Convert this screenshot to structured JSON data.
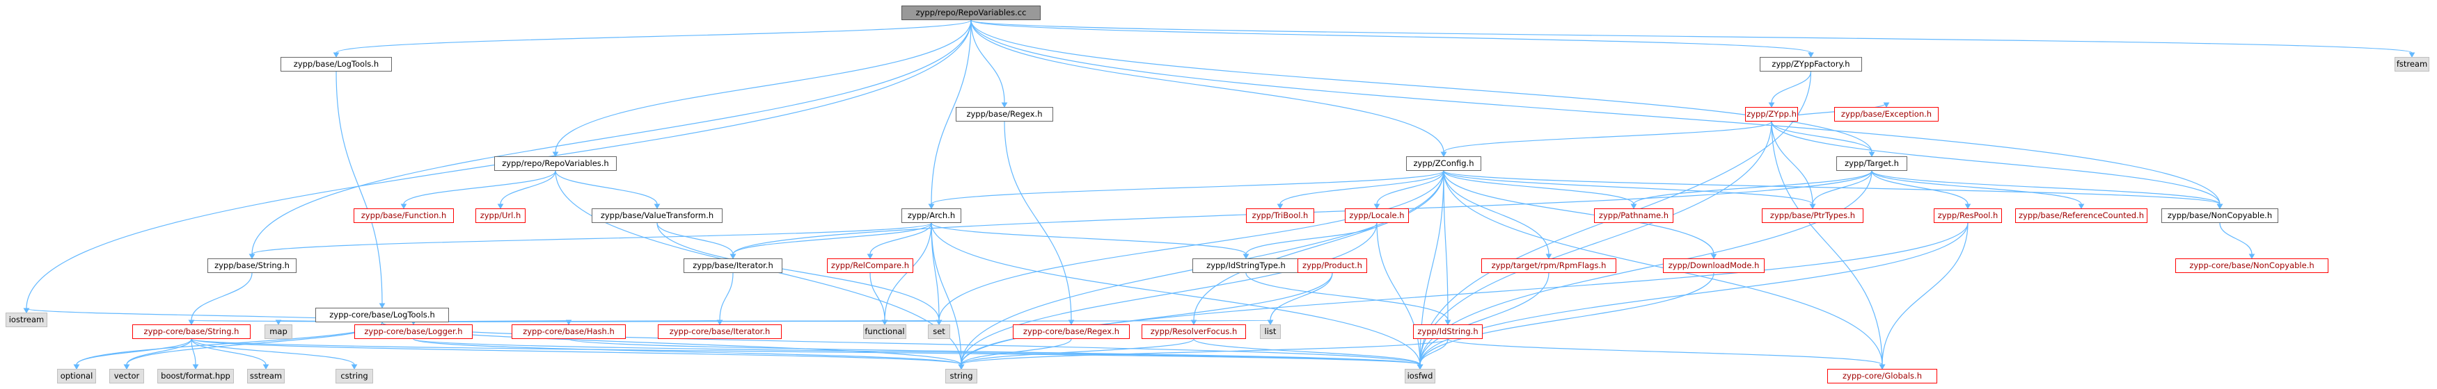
{
  "colors": {
    "edge": "#63b8ff",
    "root_fill": "#999999",
    "missing_border": "#ff0000",
    "system_fill": "#e0e0e0"
  },
  "nodes": {
    "root": "zypp/repo/RepoVariables.cc",
    "logtools": "zypp/base/LogTools.h",
    "repovariables_h": "zypp/repo/RepoVariables.h",
    "base_function": "zypp/base/Function.h",
    "url": "zypp/Url.h",
    "valuetransform": "zypp/base/ValueTransform.h",
    "base_string": "zypp/base/String.h",
    "core_logtools": "zypp-core/base/LogTools.h",
    "arch": "zypp/Arch.h",
    "base_regex": "zypp/base/Regex.h",
    "zconfig": "zypp/ZConfig.h",
    "zyppfactory": "zypp/ZYppFactory.h",
    "zypp_h": "zypp/ZYpp.h",
    "base_exception": "zypp/base/Exception.h",
    "target": "zypp/Target.h",
    "fstream": "fstream",
    "iostream": "iostream",
    "core_string": "zypp-core/base/String.h",
    "map": "map",
    "core_logger": "zypp-core/base/Logger.h",
    "core_hash": "zypp-core/base/Hash.h",
    "core_iterator": "zypp-core/base/Iterator.h",
    "base_iterator": "zypp/base/Iterator.h",
    "relcompare": "zypp/RelCompare.h",
    "functional": "functional",
    "set": "set",
    "idstringtype": "zypp/IdStringType.h",
    "tribool": "zypp/TriBool.h",
    "locale": "zypp/Locale.h",
    "product": "zypp/Product.h",
    "pathname": "zypp/Pathname.h",
    "ptrtypes": "zypp/base/PtrTypes.h",
    "rpmflags": "zypp/target/rpm/RpmFlags.h",
    "downloadmode": "zypp/DownloadMode.h",
    "idstring": "zypp/IdString.h",
    "respool": "zypp/ResPool.h",
    "refcounted": "zypp/base/ReferenceCounted.h",
    "noncopyable": "zypp/base/NonCopyable.h",
    "core_noncopyable": "zypp-core/base/NonCopyable.h",
    "core_regex": "zypp-core/base/Regex.h",
    "resolverfocus": "zypp/ResolverFocus.h",
    "list": "list",
    "optional": "optional",
    "vector": "vector",
    "boost_format": "boost/format.hpp",
    "sstream": "sstream",
    "cstring": "cstring",
    "string": "string",
    "iosfwd": "iosfwd",
    "core_globals": "zypp-core/Globals.h"
  }
}
